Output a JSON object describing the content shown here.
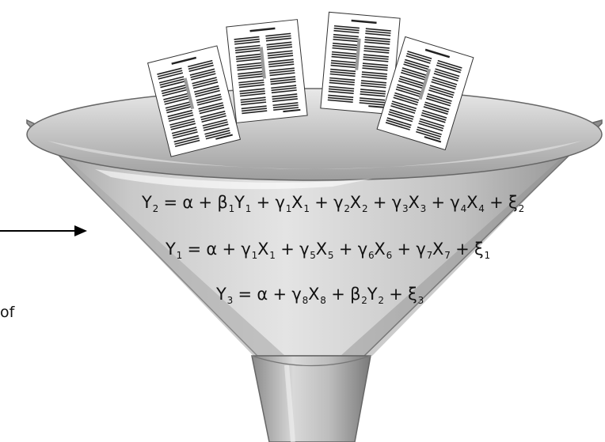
{
  "side_label": "of",
  "arrow_color": "#000000",
  "funnel_colors": {
    "light": "#f1f1f1",
    "mid": "#b9b9b9",
    "dark": "#7d7d7d",
    "outline": "#555555"
  },
  "equations": [
    {
      "name": "equation-y2",
      "text": "Y₂ = α + β₁Y₁ + γ₁X₁ + γ₂X₂ + γ₃X₃ + γ₄X₄ + ξ₂"
    },
    {
      "name": "equation-y1",
      "text": "Y₁ = α + γ₁X₁ + γ₅X₅ + γ₆X₆ + γ₇X₇ + ξ₁"
    },
    {
      "name": "equation-y3",
      "text": "Y₃ = α + γ₈X₈ + β₂Y₂ + ξ₃"
    }
  ],
  "documents": [
    {
      "name": "document-1",
      "icon": "document-icon"
    },
    {
      "name": "document-2",
      "icon": "document-icon"
    },
    {
      "name": "document-3",
      "icon": "document-icon"
    },
    {
      "name": "document-4",
      "icon": "document-icon"
    }
  ]
}
